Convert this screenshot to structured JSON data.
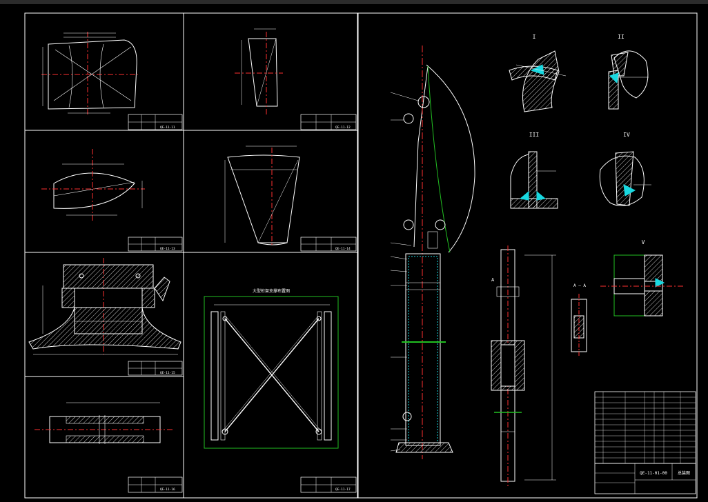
{
  "colors": {
    "background": "#000000",
    "line": "#ffffff",
    "frame": "#ffffff",
    "center": "#ff3030",
    "accent_green": "#22c022",
    "hatch": "#ffffff",
    "weld": "#18d8e0",
    "topbar": "#2b2b2b"
  },
  "drawing": {
    "sheet_titles": {
      "s1": "QE-11-11",
      "s2": "QE-11-12",
      "s3": "QE-11-13",
      "s4": "QE-11-14",
      "s5": "QE-11-15",
      "s6": "QE-11-16",
      "s7": "QE-11-17"
    },
    "assembly_code": "QE-11-01-00",
    "assembly_name": "总装图",
    "detail_labels": [
      "I",
      "II",
      "III",
      "IV",
      "V"
    ],
    "section_label": "A — A",
    "view_label": "A",
    "frame_caption": "大型桁架支撑布置图"
  }
}
